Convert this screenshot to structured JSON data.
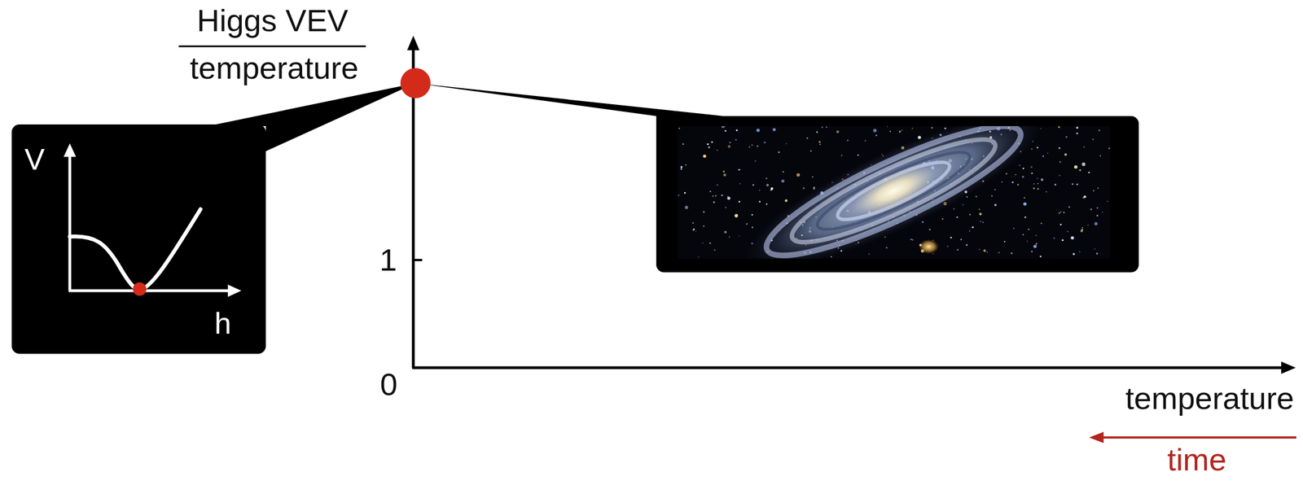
{
  "diagram": {
    "nodes": [
      {
        "text": [
          "V",
          "h"
        ]
      }
    ],
    "labels": [
      "Higgs VEV",
      "temperature",
      "1",
      "0",
      "temperature",
      "time"
    ]
  }
}
